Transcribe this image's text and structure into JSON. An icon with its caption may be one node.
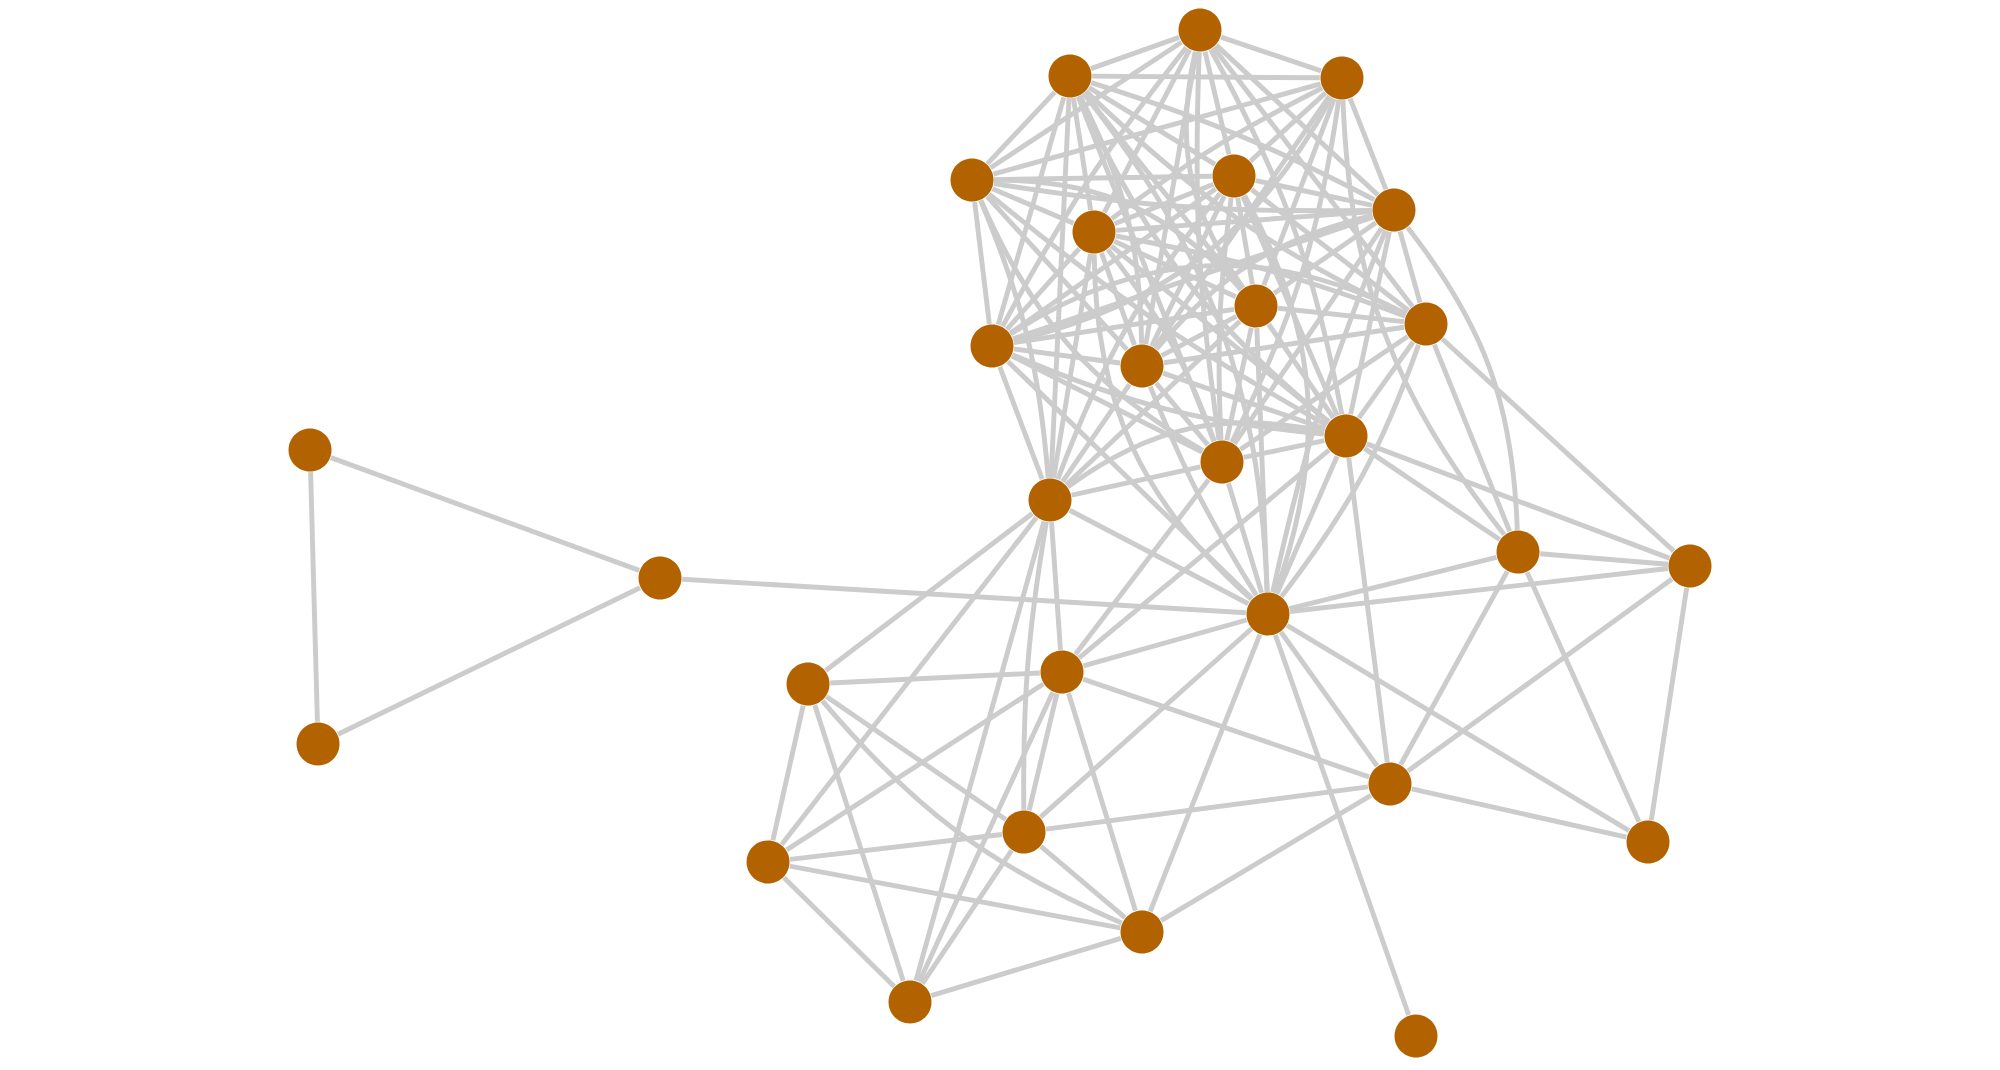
{
  "diagram": {
    "nodes": [
      {
        "text": [],
        "shape": "circle"
      },
      {
        "text": [],
        "shape": "circle"
      },
      {
        "text": [],
        "shape": "circle"
      },
      {
        "text": [],
        "shape": "circle"
      },
      {
        "text": [],
        "shape": "circle"
      },
      {
        "text": [],
        "shape": "circle"
      },
      {
        "text": [],
        "shape": "circle"
      },
      {
        "text": [],
        "shape": "circle"
      },
      {
        "text": [],
        "shape": "circle"
      },
      {
        "text": [],
        "shape": "circle"
      },
      {
        "text": [],
        "shape": "circle"
      },
      {
        "text": [],
        "shape": "circle"
      },
      {
        "text": [],
        "shape": "circle"
      },
      {
        "text": [],
        "shape": "circle"
      },
      {
        "text": [],
        "shape": "circle"
      },
      {
        "text": [],
        "shape": "circle"
      },
      {
        "text": [],
        "shape": "circle"
      },
      {
        "text": [],
        "shape": "circle"
      },
      {
        "text": [],
        "shape": "circle"
      },
      {
        "text": [],
        "shape": "circle"
      },
      {
        "text": [],
        "shape": "circle"
      },
      {
        "text": [],
        "shape": "circle"
      },
      {
        "text": [],
        "shape": "circle"
      },
      {
        "text": [],
        "shape": "circle"
      },
      {
        "text": [],
        "shape": "circle"
      },
      {
        "text": [],
        "shape": "circle"
      },
      {
        "text": [],
        "shape": "circle"
      },
      {
        "text": [],
        "shape": "circle"
      },
      {
        "text": [],
        "shape": "circle"
      }
    ],
    "edges": [
      {
        "from": 0,
        "to": 1,
        "arrow": "none"
      },
      {
        "from": 0,
        "to": 2,
        "arrow": "none"
      },
      {
        "from": 0,
        "to": 3,
        "arrow": "none"
      },
      {
        "from": 0,
        "to": 4,
        "arrow": "none"
      },
      {
        "from": 0,
        "to": 5,
        "arrow": "none"
      },
      {
        "from": 0,
        "to": 6,
        "arrow": "none"
      },
      {
        "from": 0,
        "to": 7,
        "arrow": "none"
      },
      {
        "from": 0,
        "to": 8,
        "arrow": "none"
      },
      {
        "from": 0,
        "to": 9,
        "arrow": "none"
      },
      {
        "from": 0,
        "to": 10,
        "arrow": "none"
      },
      {
        "from": 0,
        "to": 11,
        "arrow": "none"
      },
      {
        "from": 0,
        "to": 12,
        "arrow": "none"
      },
      {
        "from": 1,
        "to": 2,
        "arrow": "none"
      },
      {
        "from": 1,
        "to": 3,
        "arrow": "none"
      },
      {
        "from": 1,
        "to": 4,
        "arrow": "none"
      },
      {
        "from": 1,
        "to": 5,
        "arrow": "none"
      },
      {
        "from": 1,
        "to": 6,
        "arrow": "none"
      },
      {
        "from": 1,
        "to": 7,
        "arrow": "none"
      },
      {
        "from": 1,
        "to": 8,
        "arrow": "none"
      },
      {
        "from": 1,
        "to": 9,
        "arrow": "none"
      },
      {
        "from": 1,
        "to": 10,
        "arrow": "none"
      },
      {
        "from": 1,
        "to": 11,
        "arrow": "none"
      },
      {
        "from": 1,
        "to": 12,
        "arrow": "none"
      },
      {
        "from": 2,
        "to": 3,
        "arrow": "none"
      },
      {
        "from": 2,
        "to": 4,
        "arrow": "none"
      },
      {
        "from": 2,
        "to": 5,
        "arrow": "none"
      },
      {
        "from": 2,
        "to": 6,
        "arrow": "none"
      },
      {
        "from": 2,
        "to": 7,
        "arrow": "none"
      },
      {
        "from": 2,
        "to": 9,
        "arrow": "none"
      },
      {
        "from": 2,
        "to": 10,
        "arrow": "none"
      },
      {
        "from": 2,
        "to": 12,
        "arrow": "none"
      },
      {
        "from": 3,
        "to": 4,
        "arrow": "none"
      },
      {
        "from": 3,
        "to": 5,
        "arrow": "none"
      },
      {
        "from": 3,
        "to": 6,
        "arrow": "none"
      },
      {
        "from": 3,
        "to": 7,
        "arrow": "none"
      },
      {
        "from": 3,
        "to": 9,
        "arrow": "none"
      },
      {
        "from": 3,
        "to": 10,
        "arrow": "none"
      },
      {
        "from": 3,
        "to": 11,
        "arrow": "none"
      },
      {
        "from": 3,
        "to": 12,
        "arrow": "none"
      },
      {
        "from": 4,
        "to": 5,
        "arrow": "none"
      },
      {
        "from": 4,
        "to": 6,
        "arrow": "none"
      },
      {
        "from": 4,
        "to": 7,
        "arrow": "none"
      },
      {
        "from": 4,
        "to": 8,
        "arrow": "none"
      },
      {
        "from": 4,
        "to": 9,
        "arrow": "none"
      },
      {
        "from": 4,
        "to": 10,
        "arrow": "none"
      },
      {
        "from": 4,
        "to": 11,
        "arrow": "none"
      },
      {
        "from": 4,
        "to": 12,
        "arrow": "none"
      },
      {
        "from": 5,
        "to": 6,
        "arrow": "none"
      },
      {
        "from": 5,
        "to": 7,
        "arrow": "none"
      },
      {
        "from": 5,
        "to": 8,
        "arrow": "none"
      },
      {
        "from": 5,
        "to": 9,
        "arrow": "none"
      },
      {
        "from": 5,
        "to": 10,
        "arrow": "none"
      },
      {
        "from": 5,
        "to": 11,
        "arrow": "none"
      },
      {
        "from": 5,
        "to": 12,
        "arrow": "none"
      },
      {
        "from": 6,
        "to": 7,
        "arrow": "none"
      },
      {
        "from": 6,
        "to": 8,
        "arrow": "none"
      },
      {
        "from": 6,
        "to": 9,
        "arrow": "none"
      },
      {
        "from": 6,
        "to": 10,
        "arrow": "none"
      },
      {
        "from": 6,
        "to": 11,
        "arrow": "none"
      },
      {
        "from": 6,
        "to": 12,
        "arrow": "none"
      },
      {
        "from": 7,
        "to": 8,
        "arrow": "none"
      },
      {
        "from": 7,
        "to": 9,
        "arrow": "none"
      },
      {
        "from": 7,
        "to": 10,
        "arrow": "none"
      },
      {
        "from": 7,
        "to": 11,
        "arrow": "none"
      },
      {
        "from": 7,
        "to": 12,
        "arrow": "none"
      },
      {
        "from": 8,
        "to": 9,
        "arrow": "none"
      },
      {
        "from": 8,
        "to": 10,
        "arrow": "none"
      },
      {
        "from": 8,
        "to": 11,
        "arrow": "none"
      },
      {
        "from": 8,
        "to": 12,
        "arrow": "none"
      },
      {
        "from": 9,
        "to": 10,
        "arrow": "none"
      },
      {
        "from": 9,
        "to": 11,
        "arrow": "none"
      },
      {
        "from": 9,
        "to": 12,
        "arrow": "none"
      },
      {
        "from": 10,
        "to": 11,
        "arrow": "none"
      },
      {
        "from": 10,
        "to": 12,
        "arrow": "none"
      },
      {
        "from": 11,
        "to": 12,
        "arrow": "none"
      },
      {
        "from": 13,
        "to": 1,
        "arrow": "none"
      },
      {
        "from": 13,
        "to": 3,
        "arrow": "none"
      },
      {
        "from": 13,
        "to": 4,
        "arrow": "none"
      },
      {
        "from": 13,
        "to": 6,
        "arrow": "none"
      },
      {
        "from": 13,
        "to": 7,
        "arrow": "none"
      },
      {
        "from": 13,
        "to": 9,
        "arrow": "none"
      },
      {
        "from": 13,
        "to": 10,
        "arrow": "none"
      },
      {
        "from": 13,
        "to": 11,
        "arrow": "none"
      },
      {
        "from": 13,
        "to": 12,
        "arrow": "none"
      },
      {
        "from": 19,
        "to": 1,
        "arrow": "none"
      },
      {
        "from": 19,
        "to": 4,
        "arrow": "none"
      },
      {
        "from": 19,
        "to": 5,
        "arrow": "none"
      },
      {
        "from": 19,
        "to": 6,
        "arrow": "none"
      },
      {
        "from": 19,
        "to": 7,
        "arrow": "none"
      },
      {
        "from": 19,
        "to": 8,
        "arrow": "none"
      },
      {
        "from": 19,
        "to": 9,
        "arrow": "none"
      },
      {
        "from": 19,
        "to": 10,
        "arrow": "none"
      },
      {
        "from": 19,
        "to": 11,
        "arrow": "none"
      },
      {
        "from": 19,
        "to": 12,
        "arrow": "none"
      },
      {
        "from": 19,
        "to": 13,
        "arrow": "none"
      },
      {
        "from": 14,
        "to": 15,
        "arrow": "none"
      },
      {
        "from": 14,
        "to": 16,
        "arrow": "none"
      },
      {
        "from": 15,
        "to": 16,
        "arrow": "none"
      },
      {
        "from": 15,
        "to": 19,
        "arrow": "none"
      },
      {
        "from": 13,
        "to": 20,
        "arrow": "none"
      },
      {
        "from": 13,
        "to": 21,
        "arrow": "none"
      },
      {
        "from": 13,
        "to": 24,
        "arrow": "none"
      },
      {
        "from": 13,
        "to": 25,
        "arrow": "none"
      },
      {
        "from": 13,
        "to": 27,
        "arrow": "none"
      },
      {
        "from": 20,
        "to": 21,
        "arrow": "none"
      },
      {
        "from": 20,
        "to": 24,
        "arrow": "none"
      },
      {
        "from": 20,
        "to": 25,
        "arrow": "none"
      },
      {
        "from": 20,
        "to": 26,
        "arrow": "none"
      },
      {
        "from": 20,
        "to": 27,
        "arrow": "none"
      },
      {
        "from": 21,
        "to": 22,
        "arrow": "none"
      },
      {
        "from": 21,
        "to": 25,
        "arrow": "none"
      },
      {
        "from": 21,
        "to": 26,
        "arrow": "none"
      },
      {
        "from": 21,
        "to": 27,
        "arrow": "none"
      },
      {
        "from": 21,
        "to": 24,
        "arrow": "none"
      },
      {
        "from": 21,
        "to": 19,
        "arrow": "none"
      },
      {
        "from": 21,
        "to": 12,
        "arrow": "none"
      },
      {
        "from": 21,
        "to": 11,
        "arrow": "none"
      },
      {
        "from": 24,
        "to": 25,
        "arrow": "none"
      },
      {
        "from": 24,
        "to": 26,
        "arrow": "none"
      },
      {
        "from": 24,
        "to": 27,
        "arrow": "none"
      },
      {
        "from": 25,
        "to": 26,
        "arrow": "none"
      },
      {
        "from": 25,
        "to": 27,
        "arrow": "none"
      },
      {
        "from": 25,
        "to": 19,
        "arrow": "none"
      },
      {
        "from": 25,
        "to": 22,
        "arrow": "none"
      },
      {
        "from": 26,
        "to": 27,
        "arrow": "none"
      },
      {
        "from": 26,
        "to": 19,
        "arrow": "none"
      },
      {
        "from": 26,
        "to": 22,
        "arrow": "none"
      },
      {
        "from": 19,
        "to": 22,
        "arrow": "none"
      },
      {
        "from": 19,
        "to": 17,
        "arrow": "none"
      },
      {
        "from": 19,
        "to": 18,
        "arrow": "none"
      },
      {
        "from": 19,
        "to": 23,
        "arrow": "none"
      },
      {
        "from": 19,
        "to": 28,
        "arrow": "none"
      },
      {
        "from": 22,
        "to": 17,
        "arrow": "none"
      },
      {
        "from": 22,
        "to": 18,
        "arrow": "none"
      },
      {
        "from": 22,
        "to": 23,
        "arrow": "none"
      },
      {
        "from": 22,
        "to": 11,
        "arrow": "none"
      },
      {
        "from": 17,
        "to": 18,
        "arrow": "none"
      },
      {
        "from": 17,
        "to": 23,
        "arrow": "none"
      },
      {
        "from": 17,
        "to": 8,
        "arrow": "none"
      },
      {
        "from": 17,
        "to": 11,
        "arrow": "none"
      },
      {
        "from": 17,
        "to": 2,
        "arrow": "none"
      },
      {
        "from": 17,
        "to": 5,
        "arrow": "none"
      },
      {
        "from": 18,
        "to": 11,
        "arrow": "none"
      },
      {
        "from": 18,
        "to": 8,
        "arrow": "none"
      },
      {
        "from": 18,
        "to": 23,
        "arrow": "none"
      }
    ]
  }
}
